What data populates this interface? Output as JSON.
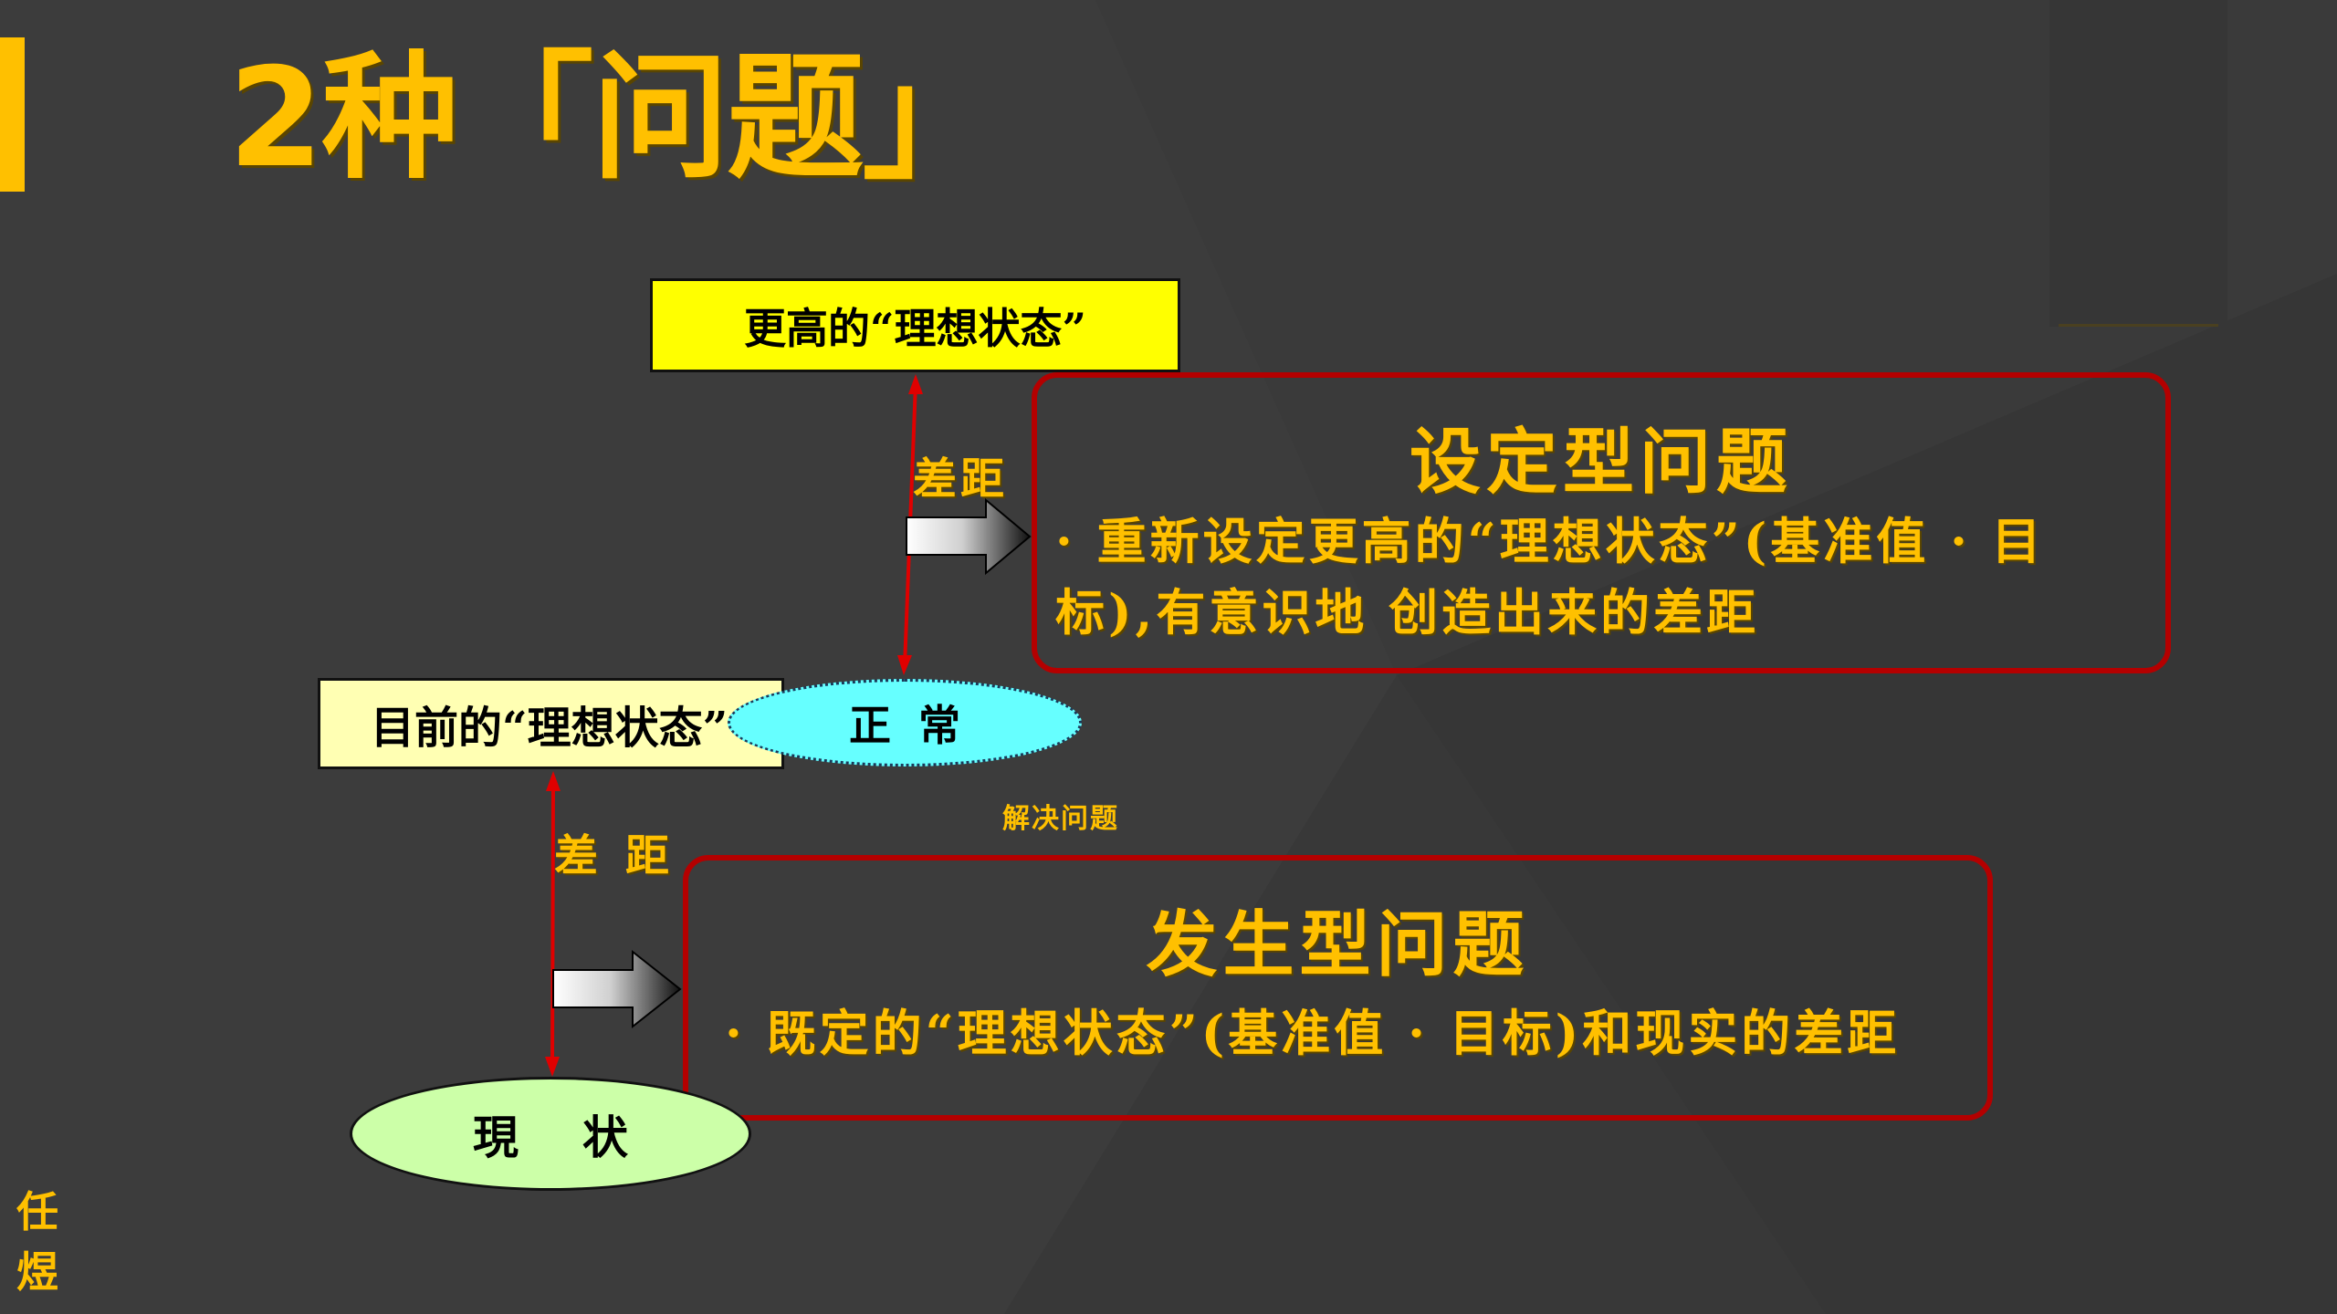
{
  "slide": {
    "title": "2种「问题」",
    "author": "任煜",
    "colors": {
      "background": "#3c3c3c",
      "accent": "#FFC000",
      "frame_red": "#B40000",
      "higher_ideal_box": "#FFFF00",
      "current_ideal_box": "#FFFFB3",
      "normal_ellipse": "#66FFFF",
      "status_ellipse": "#CCFFA8"
    }
  },
  "diagram": {
    "higher_ideal_state": "更高的“理想状态”",
    "current_ideal_state": "目前的“理想状态”",
    "normal": "正常",
    "current_status": "現状",
    "gap_upper": "差距",
    "gap_lower": "差距",
    "solve_problem": "解决问题",
    "setting_problem": {
      "title": "设定型问题",
      "description": "· 重新设定更高的“理想状态”(基准值 · 目标),有意识地 创造出来的差距"
    },
    "occurrence_problem": {
      "title": "发生型问题",
      "description": "· 既定的“理想状态”(基准值 · 目标)和现实的差距"
    }
  }
}
